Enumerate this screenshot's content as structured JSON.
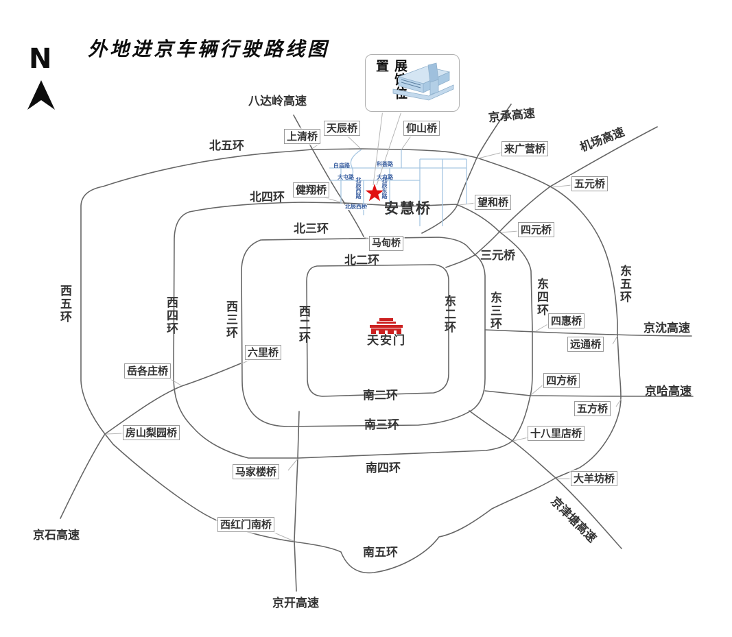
{
  "title": "外地进京车辆行驶路线图",
  "compass": {
    "label": "N"
  },
  "venue": {
    "label": "展馆位置"
  },
  "landmarks": {
    "tiananmen": "天安门"
  },
  "rings": {
    "north5": "北五环",
    "north4": "北四环",
    "north3": "北三环",
    "north2": "北二环",
    "south2": "南二环",
    "south3": "南三环",
    "south4": "南四环",
    "south5": "南五环",
    "west5": "西五环",
    "west4": "西四环",
    "west3": "西三环",
    "west2": "西二环",
    "east2": "东二环",
    "east3": "东三环",
    "east4": "东四环",
    "east5": "东五环"
  },
  "highways": {
    "badaling": "八达岭高速",
    "jingcheng": "京承高速",
    "airport": "机场高速",
    "jingshen": "京沈高速",
    "jingha": "京哈高速",
    "jingjintang": "京津塘高速",
    "jingshi": "京石高速",
    "jingkai": "京开高速"
  },
  "bridges": {
    "shangqing": "上清桥",
    "tianchen": "天辰桥",
    "yangshan": "仰山桥",
    "laiguangying": "来广营桥",
    "wuyuan": "五元桥",
    "wanghe": "望和桥",
    "siyuan": "四元桥",
    "jianxiang": "健翔桥",
    "madian": "马甸桥",
    "anhui": "安慧桥",
    "sanyuan": "三元桥",
    "sihui": "四惠桥",
    "yuantong": "远通桥",
    "sifang": "四方桥",
    "wufang": "五方桥",
    "shibalidian": "十八里店桥",
    "dayangfang": "大羊坊桥",
    "liuli": "六里桥",
    "yuegezhuang": "岳各庄桥",
    "fangshanliyuan": "房山梨园桥",
    "majialou": "马家楼桥",
    "xihongmennan": "西红门南桥"
  },
  "streets": {
    "baimiao": "白庙路",
    "kehui": "科荟路",
    "datun_west": "大屯路",
    "datun_east": "大屯路",
    "beichen_west_rd": "北辰西路",
    "beichen_east_rd": "北辰东路",
    "beichen_west_bridge": "北辰西桥"
  },
  "colors": {
    "road": "#666666",
    "street_blue": "#a6c6e2",
    "street_text": "#3a5fa0",
    "star_red": "#e01010",
    "gate_red": "#cc2020",
    "building_blue": "#c5dcef"
  }
}
